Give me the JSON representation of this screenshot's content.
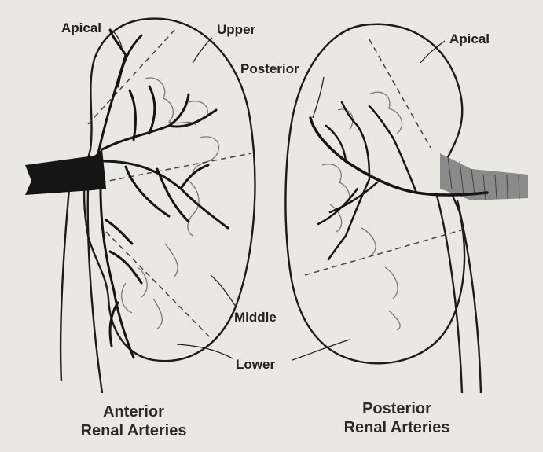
{
  "labels": {
    "apical_left": "Apical",
    "upper": "Upper",
    "posterior": "Posterior",
    "apical_right": "Apical",
    "middle": "Middle",
    "lower": "Lower"
  },
  "captions": {
    "anterior_line1": "Anterior",
    "anterior_line2": "Renal Arteries",
    "posterior_line1": "Posterior",
    "posterior_line2": "Renal Arteries"
  }
}
